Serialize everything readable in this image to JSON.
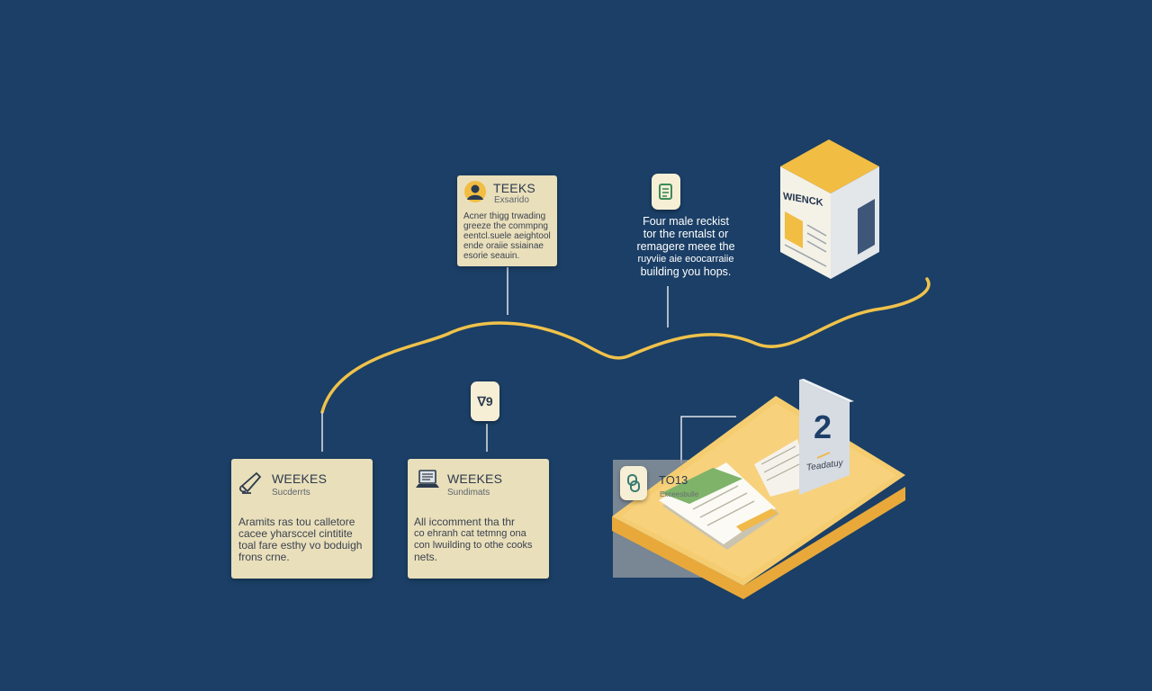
{
  "cards": {
    "top": {
      "title": "TEEKS",
      "subtitle": "Exsarido",
      "body_lines": [
        "Acner thigg trwading",
        "greeze the commpng",
        "eentcl.suele aeightool",
        "ende oraiie ssiainae",
        "esorie seauin."
      ]
    },
    "bottom_left": {
      "title": "WEEKES",
      "subtitle": "Sucderrts",
      "body_lines": [
        "Aramits ras tou calletore",
        "cacee yharsccel cintitite",
        "toal fare esthy vo boduigh",
        "frons crne."
      ]
    },
    "bottom_mid": {
      "title": "WEEKES",
      "subtitle": "Sundimats",
      "body_lines": [
        "All iccomment tha thr",
        "co ehranh cat tetmng ona",
        "con lwuilding to othe cooks",
        "nets."
      ]
    }
  },
  "note": {
    "lines": [
      "Four male reckist",
      "tor the rentalst or",
      "remagere meee the",
      "ruyviie aie eoocarraiie",
      "building you hops."
    ]
  },
  "badges": {
    "mid": "ᐁ9"
  },
  "platform": {
    "title": "TO13",
    "subtitle": "Exceesbulle",
    "sign_number": "2",
    "sign_label": "Teadatuy"
  },
  "cube": {
    "label": "WIENCK"
  },
  "colors": {
    "background": "#1b3f66",
    "card": "#e9dfba",
    "accent_yellow": "#f2bd43",
    "timeline": "#f0c24b",
    "connector": "#dfe3e8"
  },
  "icons": {
    "top_card": "person-avatar-icon",
    "bottom_left_card": "megaphone-icon",
    "bottom_mid_card": "laptop-icon",
    "note_badge": "document-icon",
    "platform_badge": "link-icon"
  }
}
